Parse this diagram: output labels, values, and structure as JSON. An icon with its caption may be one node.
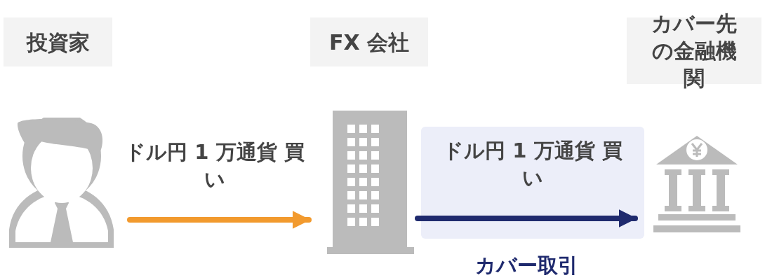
{
  "diagram": {
    "nodes": [
      {
        "text": [
          "投資家"
        ]
      },
      {
        "text": [
          "FX 会社"
        ]
      },
      {
        "text": [
          "カバー先の金融機関"
        ]
      },
      {
        "text": [],
        "shape": "person"
      },
      {
        "text": [],
        "shape": "building"
      },
      {
        "text": [],
        "shape": "bank"
      }
    ],
    "edges": [
      {
        "from": 3,
        "to": 4,
        "arrow": "to",
        "label": "ドル円 1 万通貨 買い",
        "color": "#f29a2e"
      },
      {
        "from": 4,
        "to": 5,
        "arrow": "to",
        "label": "ドル円 1 万通貨 買い",
        "color": "#1f2a6e"
      }
    ],
    "labels": [
      "カバー取引"
    ]
  }
}
